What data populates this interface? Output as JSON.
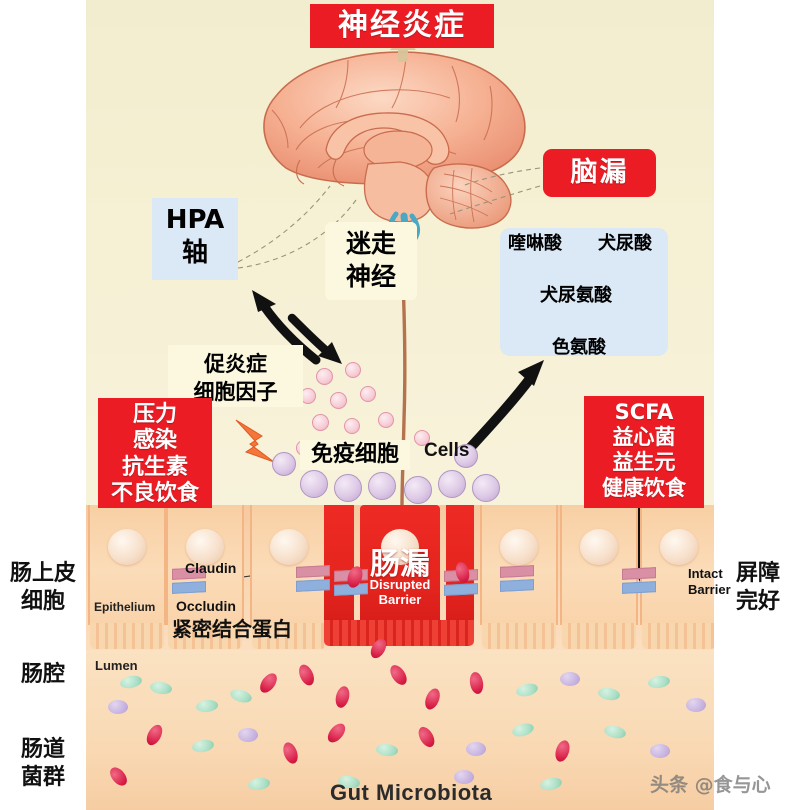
{
  "title_box": {
    "label": "神经炎症"
  },
  "brain_leak_box": {
    "label": "脑漏"
  },
  "hpa_box": {
    "label": "HPA\n轴"
  },
  "vagus_box": {
    "label": "迷走\n神经"
  },
  "kynurenine_box": {
    "quinolinic": "喹啉酸",
    "kynurenic": "犬尿酸",
    "kynurenine": "犬尿氨酸",
    "tryptophan": "色氨酸"
  },
  "cytokine_box": {
    "label": "促炎症\n细胞因子"
  },
  "risk_box": {
    "label": "压力\n感染\n抗生素\n不良饮食"
  },
  "benefit_box": {
    "label": "SCFA\n益心菌\n益生元\n健康饮食"
  },
  "immune_label": {
    "label": "免疫细胞"
  },
  "cells_label": {
    "label": "Cells"
  },
  "epithelium_label": {
    "label": "Epithelium"
  },
  "claudin_label": {
    "label": "Claudin"
  },
  "occludin_label": {
    "label": "Occludin"
  },
  "tight_junction_label": {
    "label": "紧密结合蛋白"
  },
  "leaky_gut_label": {
    "label": "肠漏"
  },
  "disrupted_barrier_label": {
    "label": "Disrupted\nBarrier"
  },
  "intact_barrier_label": {
    "label": "Intact\nBarrier"
  },
  "lumen_label": {
    "label": "Lumen"
  },
  "gut_microbiota_label": {
    "label": "Gut Microbiota"
  },
  "left_labels": {
    "epithelial_cells": "肠上皮\n细胞",
    "lumen": "肠腔",
    "microbiota": "肠道\n菌群"
  },
  "right_labels": {
    "barrier_intact": "屏障\n完好"
  },
  "watermark": {
    "label": "头条 @食与心"
  },
  "colors": {
    "red_box": "#ec1c24",
    "blue_box": "#dbe8f5",
    "yellow_box": "#fbf8df",
    "brain_bg": "#f4eed0",
    "epithelium": "#f9d3ad",
    "lumen": "#f9d9b4",
    "brain_fill": "#f4a582",
    "arrow_black": "#111111",
    "vagus_nerve": "#4aa8c4"
  }
}
